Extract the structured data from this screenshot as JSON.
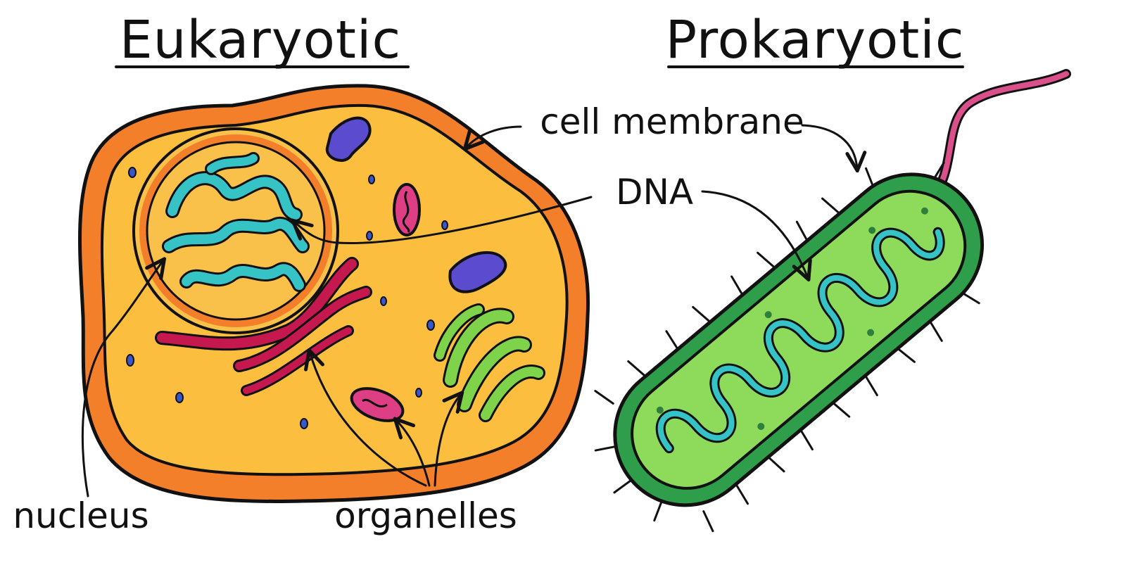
{
  "titles": {
    "left": "Eukaryotic",
    "right": "Prokaryotic"
  },
  "labels": {
    "cell_membrane": "cell membrane",
    "dna": "DNA",
    "nucleus": "nucleus",
    "organelles": "organelles"
  },
  "colors": {
    "eukaryote_outer": "#F47F2A",
    "eukaryote_cytoplasm": "#FBBE3E",
    "nucleus_fill": "#F9C04A",
    "eukaryote_dna": "#35C3C6",
    "er_golgi": "#C4184F",
    "mitochondria": "#DE3E84",
    "vacuole": "#5A4BCF",
    "chloroplast": "#7FD34A",
    "prokaryote_wall": "#2E9E4B",
    "prokaryote_cytoplasm": "#8EDB5C",
    "prokaryote_dna": "#35C3C6",
    "flagellum": "#D9508A"
  },
  "icons": [
    "eukaryotic-cell-illustration",
    "prokaryotic-cell-illustration",
    "label-arrow"
  ]
}
